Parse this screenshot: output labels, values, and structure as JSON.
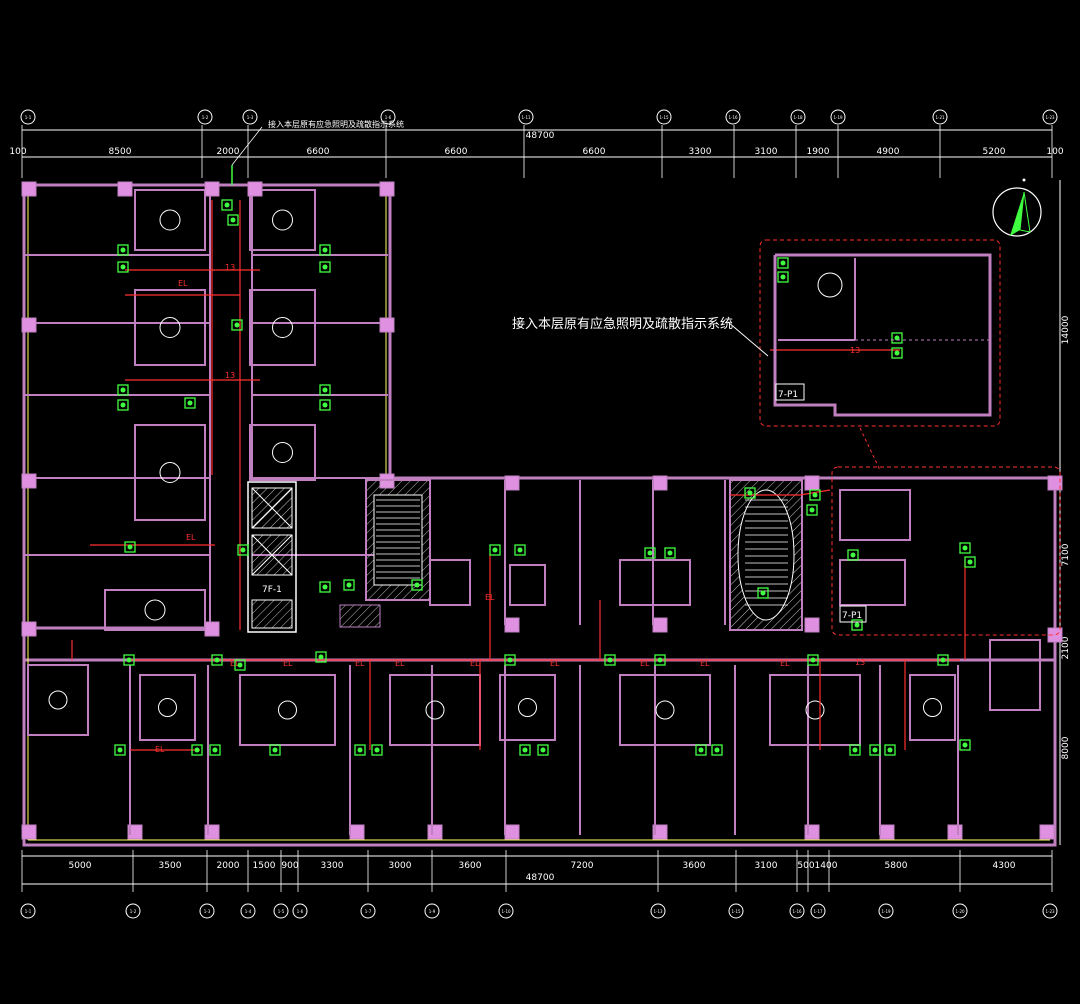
{
  "drawing": {
    "annotation_main": "接入本层原有应急照明及疏散指示系统",
    "annotation_top": "接入本层原有应急照明及疏散指示系统",
    "total_width_top": "48700",
    "total_width_bottom": "48700",
    "panel_label_1": "7F-1",
    "panel_label_2": "7-P1",
    "panel_label_3": "7-P1",
    "circuit_label": "EL",
    "circuit_label_rev": "13",
    "top_dimensions": [
      "100",
      "8500",
      "2000",
      "6600",
      "6600",
      "6600",
      "3300",
      "3100",
      "1900",
      "4900",
      "5200",
      "100"
    ],
    "bottom_dimensions": [
      "5000",
      "3500",
      "2000",
      "1500",
      "900",
      "3300",
      "3000",
      "3600",
      "7200",
      "3600",
      "3100",
      "500",
      "1400",
      "5800",
      "4300"
    ],
    "right_dimensions": [
      "14000",
      "7100",
      "2100",
      "8000"
    ],
    "top_axis_tags": [
      "1-1",
      "1-2",
      "1-3",
      "1-6",
      "1-11",
      "1-15",
      "1-16",
      "1-18",
      "1-19",
      "1-21",
      "1-23"
    ],
    "bottom_axis_tags": [
      "1-1",
      "1-2",
      "1-3",
      "1-4",
      "1-5",
      "1-6",
      "1-7",
      "1-9",
      "1-10",
      "1-13",
      "1-15",
      "1-16",
      "1-17",
      "1-19",
      "1-20",
      "1-23"
    ]
  },
  "colors": {
    "background": "#000000",
    "wall": "#c080c0",
    "wall_fill": "#e090e0",
    "circuit": "#ff3030",
    "fixture": "#40ff40",
    "dimension": "#ffffff",
    "axis_line": "#ffff60",
    "dashed_box": "#ff3030",
    "column_fill": "#ffb0ff"
  }
}
